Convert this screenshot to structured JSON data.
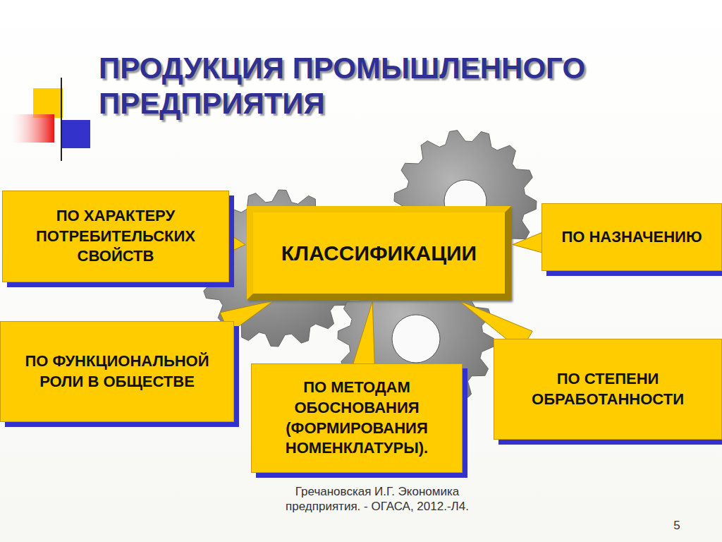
{
  "diagram": {
    "title": "ПРОДУКЦИЯ ПРОМЫШЛЕННОГО ПРЕДПРИЯТИЯ",
    "nodes": [
      {
        "text": [
          "ПО ХАРАКТЕРУ ПОТРЕБИТЕЛЬСКИХ СВОЙСТВ"
        ]
      },
      {
        "text": [
          "КЛАССИФИКАЦИИ"
        ]
      },
      {
        "text": [
          "ПО НАЗНАЧЕНИЮ"
        ]
      },
      {
        "text": [
          "ПО ФУНКЦИОНАЛЬНОЙ РОЛИ В ОБЩЕСТВЕ"
        ]
      },
      {
        "text": [
          "ПО МЕТОДАМ ОБОСНОВАНИЯ (ФОРМИРОВАНИЯ НОМЕНКЛАТУРЫ)."
        ]
      },
      {
        "text": [
          "ПО СТЕПЕНИ ОБРАБОТАННОСТИ"
        ]
      }
    ],
    "edges": [
      {
        "from": 0,
        "to": 1,
        "arrow": "none"
      },
      {
        "from": 2,
        "to": 1,
        "arrow": "none"
      },
      {
        "from": 3,
        "to": 1,
        "arrow": "none"
      },
      {
        "from": 4,
        "to": 1,
        "arrow": "none"
      },
      {
        "from": 5,
        "to": 1,
        "arrow": "none"
      }
    ],
    "labels": [
      "Гречановская И.Г. Экономика предприятия. - ОГАСА, 2012.-Л4.",
      "5"
    ]
  }
}
